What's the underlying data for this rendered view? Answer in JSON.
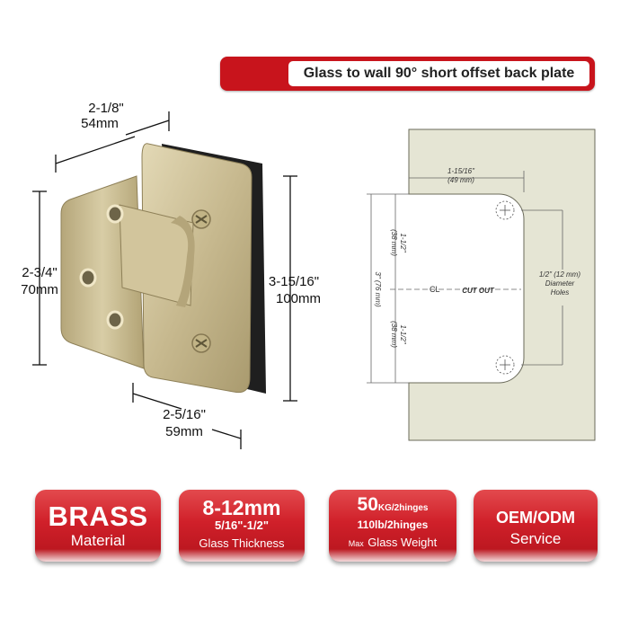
{
  "banner": {
    "title": "Glass to wall 90° short offset back plate"
  },
  "dimensions": {
    "top_imperial": "2-1/8\"",
    "top_metric": "54mm",
    "left_imperial": "2-3/4\"",
    "left_metric": "70mm",
    "right_imperial": "3-15/16\"",
    "right_metric": "100mm",
    "bottom_imperial": "2-5/16\"",
    "bottom_metric": "59mm"
  },
  "diagram": {
    "width_imperial": "1-15/16\"",
    "width_metric": "(49 mm)",
    "upper_imperial": "1-1/2\"",
    "upper_metric": "(38 mm)",
    "lower_imperial": "1-1/2\"",
    "lower_metric": "(38 mm)",
    "total": "3\" (76 mm)",
    "cl": "CL",
    "cutout": "CUT OUT",
    "holes_line1": "1/2\" (12 mm)",
    "holes_line2": "Diameter",
    "holes_line3": "Holes"
  },
  "badges": {
    "material_main": "BRASS",
    "material_sub": "Material",
    "thickness_main": "8-12mm",
    "thickness_imperial": "5/16\"-1/2\"",
    "thickness_sub": "Glass Thickness",
    "weight_kg_value": "50",
    "weight_kg_unit": "KG/2hinges",
    "weight_lb": "110lb/2hinges",
    "weight_prefix": "Max",
    "weight_sub": "Glass Weight",
    "service_main": "OEM/ODM",
    "service_sub": "Service"
  },
  "colors": {
    "brand_red": "#c8141c",
    "brass": "#c9bd94",
    "diagram_fill": "#e5e5d4"
  }
}
